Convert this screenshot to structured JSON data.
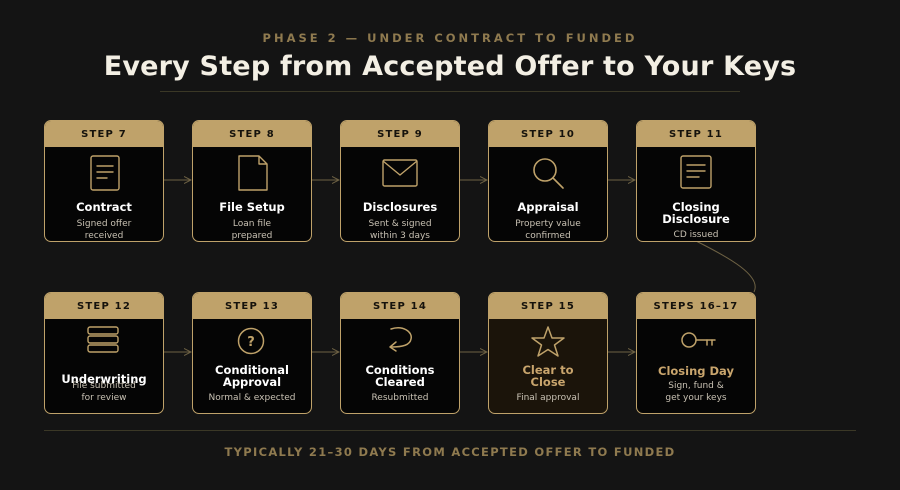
{
  "header": {
    "phase_label": "PHASE 2 — UNDER CONTRACT TO FUNDED",
    "title": "Every Step from Accepted Offer to Your Keys"
  },
  "steps": [
    {
      "label": "STEP 7",
      "title": "Contract",
      "sub1": "Signed offer",
      "sub2": "received",
      "icon": "document-icon"
    },
    {
      "label": "STEP 8",
      "title": "File Setup",
      "sub1": "Loan file",
      "sub2": "prepared",
      "icon": "file-icon"
    },
    {
      "label": "STEP 9",
      "title": "Disclosures",
      "sub1": "Sent & signed",
      "sub2": "within 3 days",
      "icon": "envelope-icon"
    },
    {
      "label": "STEP 10",
      "title": "Appraisal",
      "sub1": "Property value",
      "sub2": "confirmed",
      "icon": "magnifier-icon"
    },
    {
      "label": "STEP 11",
      "title1": "Closing",
      "title2": "Disclosure",
      "sub1": "CD issued",
      "icon": "document-icon"
    },
    {
      "label": "STEP 12",
      "title": "Underwriting",
      "sub1": "File submitted",
      "sub2": "for review",
      "icon": "stack-icon"
    },
    {
      "label": "STEP 13",
      "title1": "Conditional",
      "title2": "Approval",
      "sub1": "Normal & expected",
      "icon": "question-icon"
    },
    {
      "label": "STEP 14",
      "title1": "Conditions",
      "title2": "Cleared",
      "sub1": "Resubmitted",
      "icon": "return-arrow-icon"
    },
    {
      "label": "STEP 15",
      "title1": "Clear to",
      "title2": "Close",
      "sub1": "Final approval",
      "icon": "star-icon"
    },
    {
      "label": "STEPS 16–17",
      "title": "Closing Day",
      "sub1": "Sign, fund &",
      "sub2": "get your keys",
      "icon": "key-icon"
    }
  ],
  "footer": {
    "note": "TYPICALLY 21–30 DAYS FROM ACCEPTED OFFER TO FUNDED"
  },
  "colors": {
    "background": "#141414",
    "accent": "#bfa26a",
    "card_background": "#050505",
    "highlight_background": "#1b140a",
    "muted_text": "#8f7a4f"
  }
}
